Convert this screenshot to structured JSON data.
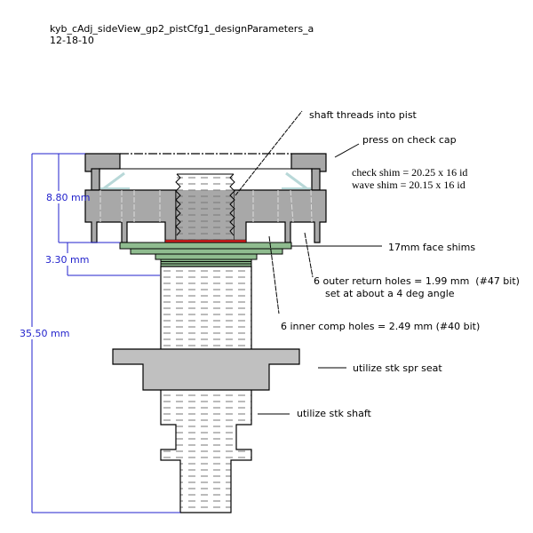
{
  "header": {
    "title": "kyb_cAdj_sideView_gp2_pistCfg1_designParameters_a",
    "date": "12-18-10"
  },
  "dimensions": {
    "cap_to_face": "8.80 mm",
    "face_to_shaft": "3.30 mm",
    "overall": "35.50 mm"
  },
  "labels": {
    "shaft_threads": "shaft threads into pist",
    "check_cap": "press on check cap",
    "check_shim": "check shim = 20.25 x 16 id",
    "wave_shim": "wave shim = 20.15 x 16 id",
    "face_shims": "17mm face shims",
    "outer_holes": "6 outer return holes = 1.99 mm  (#47 bit)",
    "outer_holes_angle": "set at about a 4 deg angle",
    "inner_holes": "6 inner comp holes = 2.49 mm (#40 bit)",
    "spr_seat": "utilize stk spr seat",
    "stk_shaft": "utilize stk shaft"
  },
  "colors": {
    "body": "#a8a8a8",
    "seat": "#c0c0c0",
    "shim": "#8fbc8f",
    "red_shim": "#e02020",
    "dim": "#2222cc",
    "wave": "#b8d8d8"
  }
}
